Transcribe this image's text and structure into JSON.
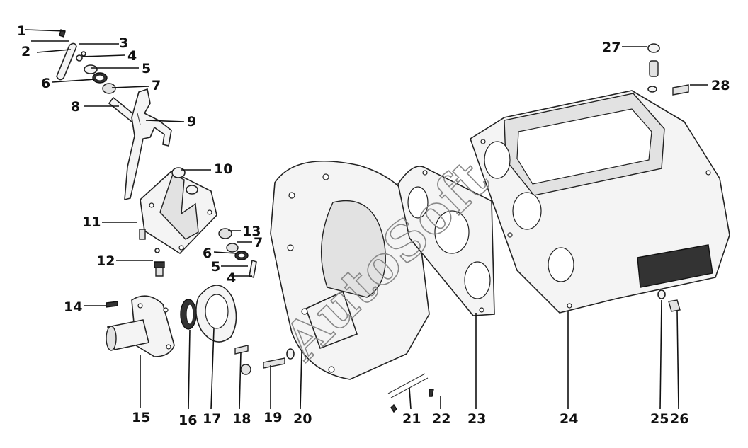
{
  "diagram": {
    "watermark": "AutoSoft",
    "callouts": [
      "1",
      "2",
      "3",
      "4",
      "5",
      "6",
      "7",
      "8",
      "9",
      "10",
      "11",
      "12",
      "13",
      "6",
      "7",
      "5",
      "4",
      "14",
      "15",
      "16",
      "17",
      "18",
      "19",
      "20",
      "21",
      "22",
      "23",
      "24",
      "25",
      "26",
      "27",
      "28"
    ]
  }
}
